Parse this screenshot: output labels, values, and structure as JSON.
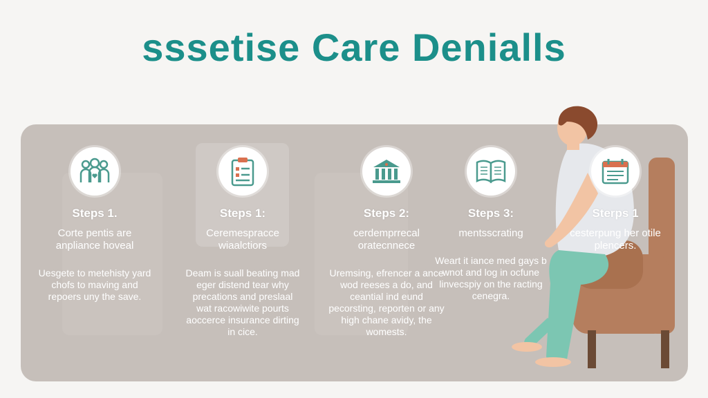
{
  "title": "sssetise Care Denialls",
  "steps": [
    {
      "icon": "people-icon",
      "title": "Steps 1.",
      "subtitle": "Corte pentis are anpliance hoveal",
      "body": "Uesgete to metehisty yard chofs to maving and repoers uny the save."
    },
    {
      "icon": "clipboard-icon",
      "title": "Steps 1:",
      "subtitle": "Ceremespracce wiaalctiors",
      "body": "Deam is suall beating mad eger distend tear why precations and preslaal wat racowiwite pourts aoccerce insurance dirting in cice."
    },
    {
      "icon": "building-icon",
      "title": "Steps 2:",
      "subtitle": "cerdemprrecal oratecnnece",
      "body": "Uremsing, efrencer a ance wod reeses a do, and ceantial ind eund pecorsting, reporten or any high chane avidy, the womests."
    },
    {
      "icon": "book-icon",
      "title": "Steps 3:",
      "subtitle": "mentsscrating",
      "body": "Weart it iance med gays b wnot and log in ocfune linvecspiy on the racting cenegra."
    },
    {
      "icon": "calendar-icon",
      "title": "Sterps 1",
      "subtitle": "cesterpung her otile plencers.",
      "body": ""
    }
  ],
  "colors": {
    "title": "#1c8f8a",
    "panel": "#c6bfba",
    "icon_accent": "#4a9a8e",
    "chair": "#b57e5e",
    "pants": "#7cc6b2"
  }
}
